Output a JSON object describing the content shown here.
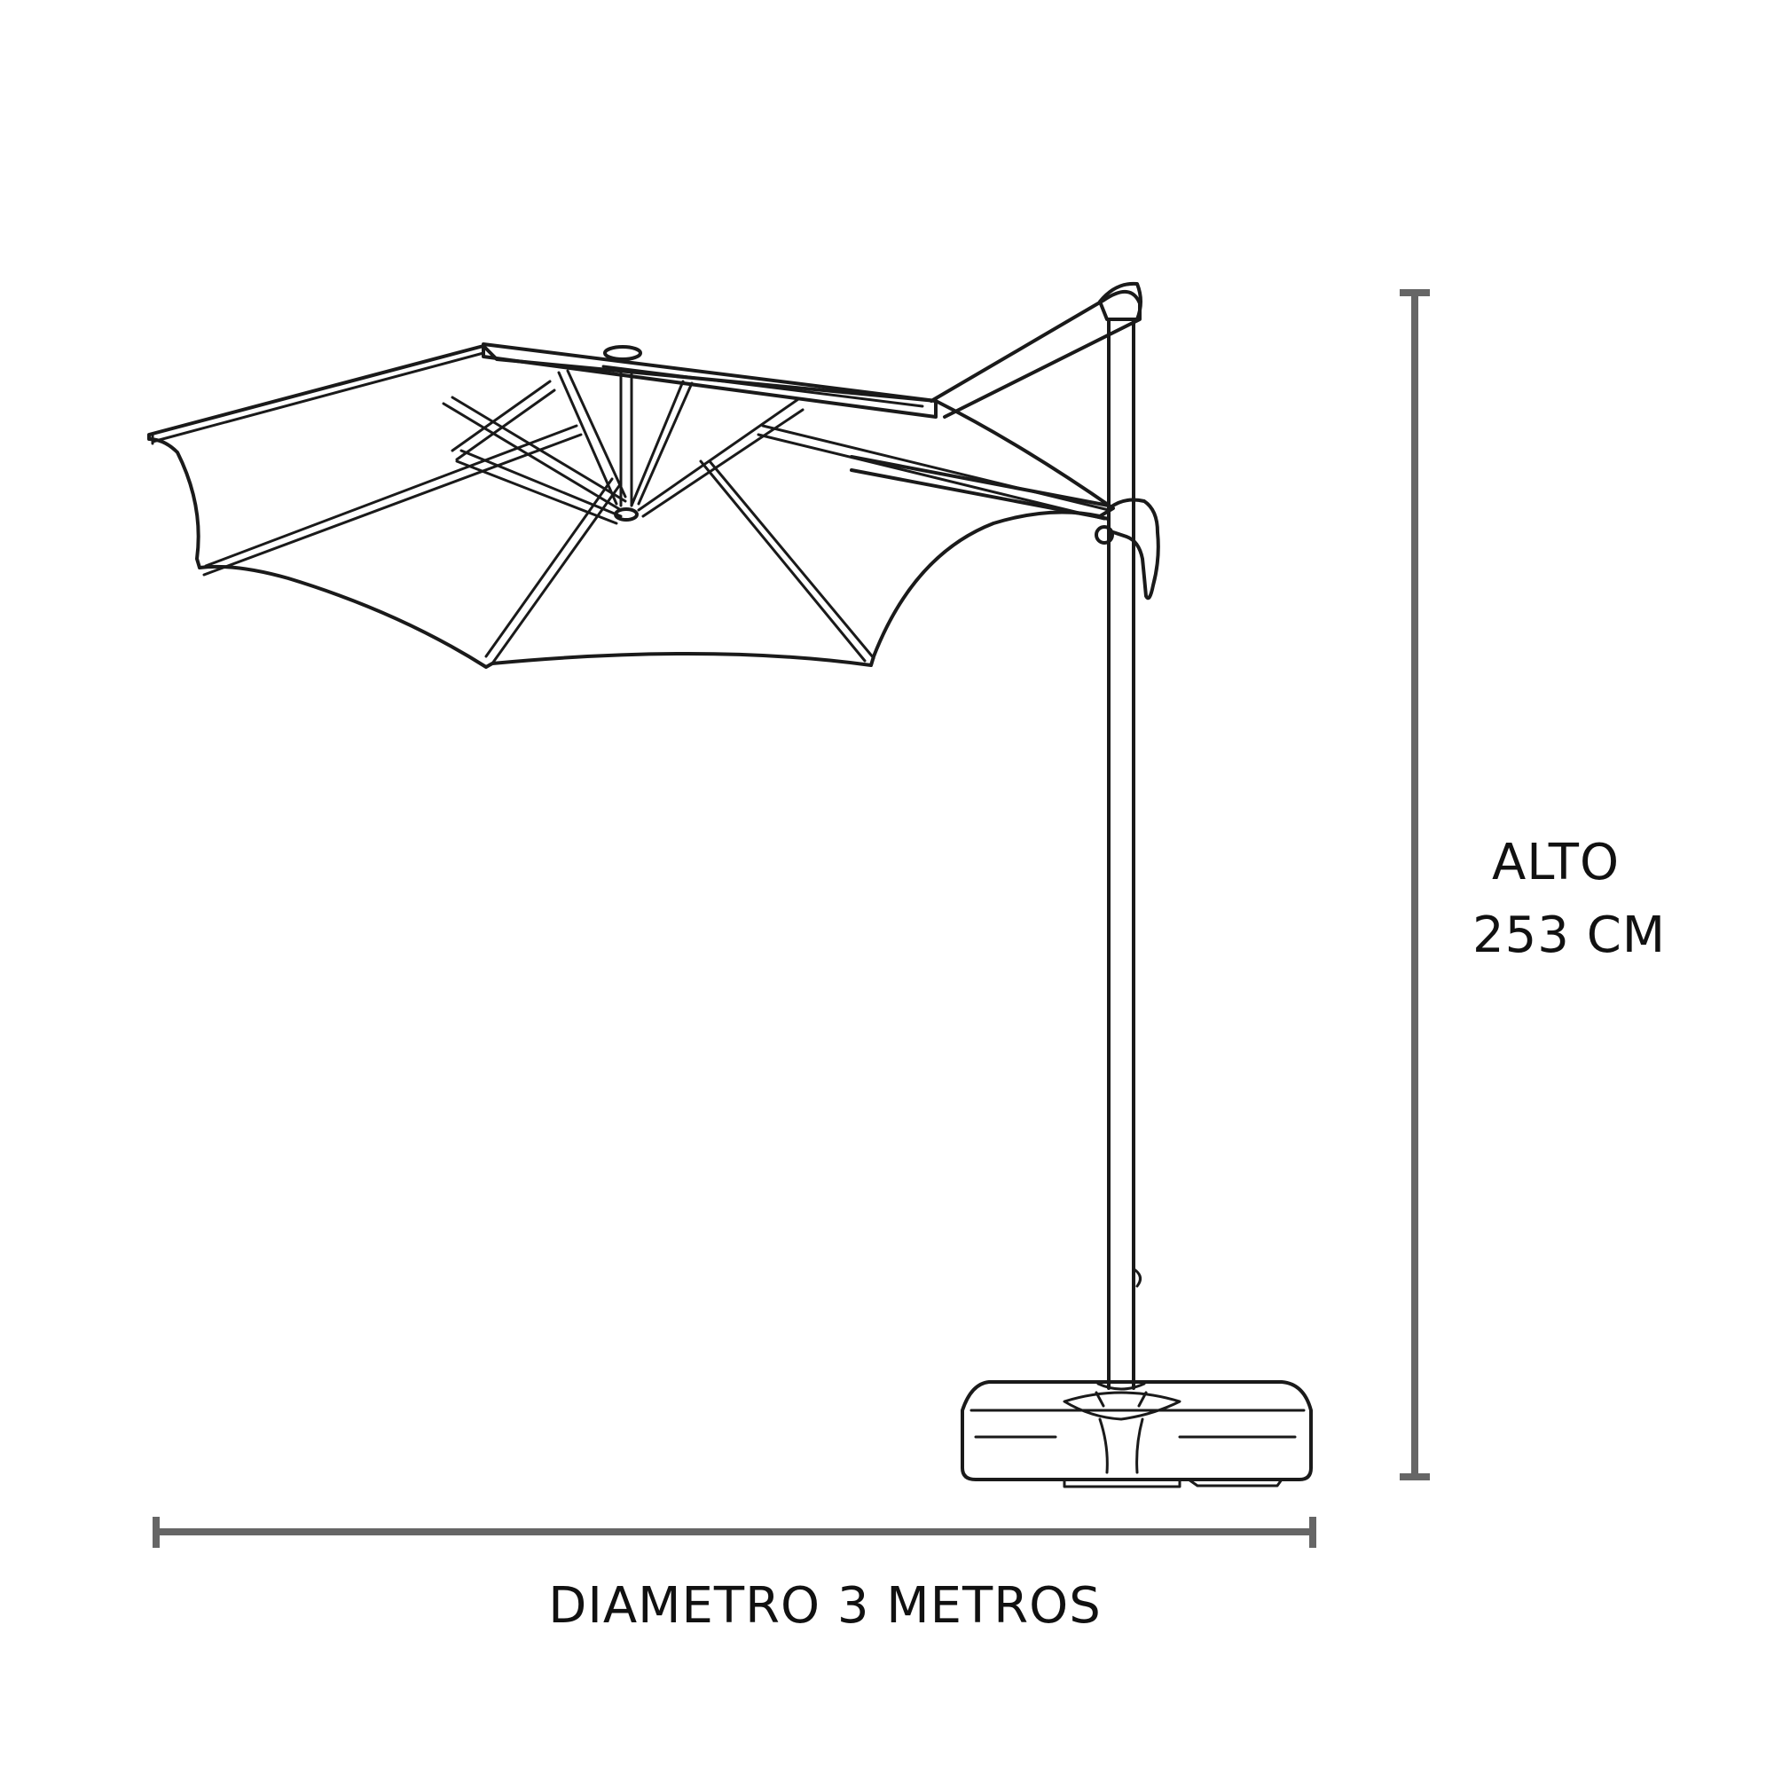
{
  "height_dimension": {
    "line1": "ALTO",
    "line2": "253 CM"
  },
  "width_dimension": {
    "label": "DIAMETRO 3 METROS"
  },
  "colors": {
    "ink": "#1a1a1a",
    "dimension_line": "#666666",
    "background": "#ffffff"
  }
}
